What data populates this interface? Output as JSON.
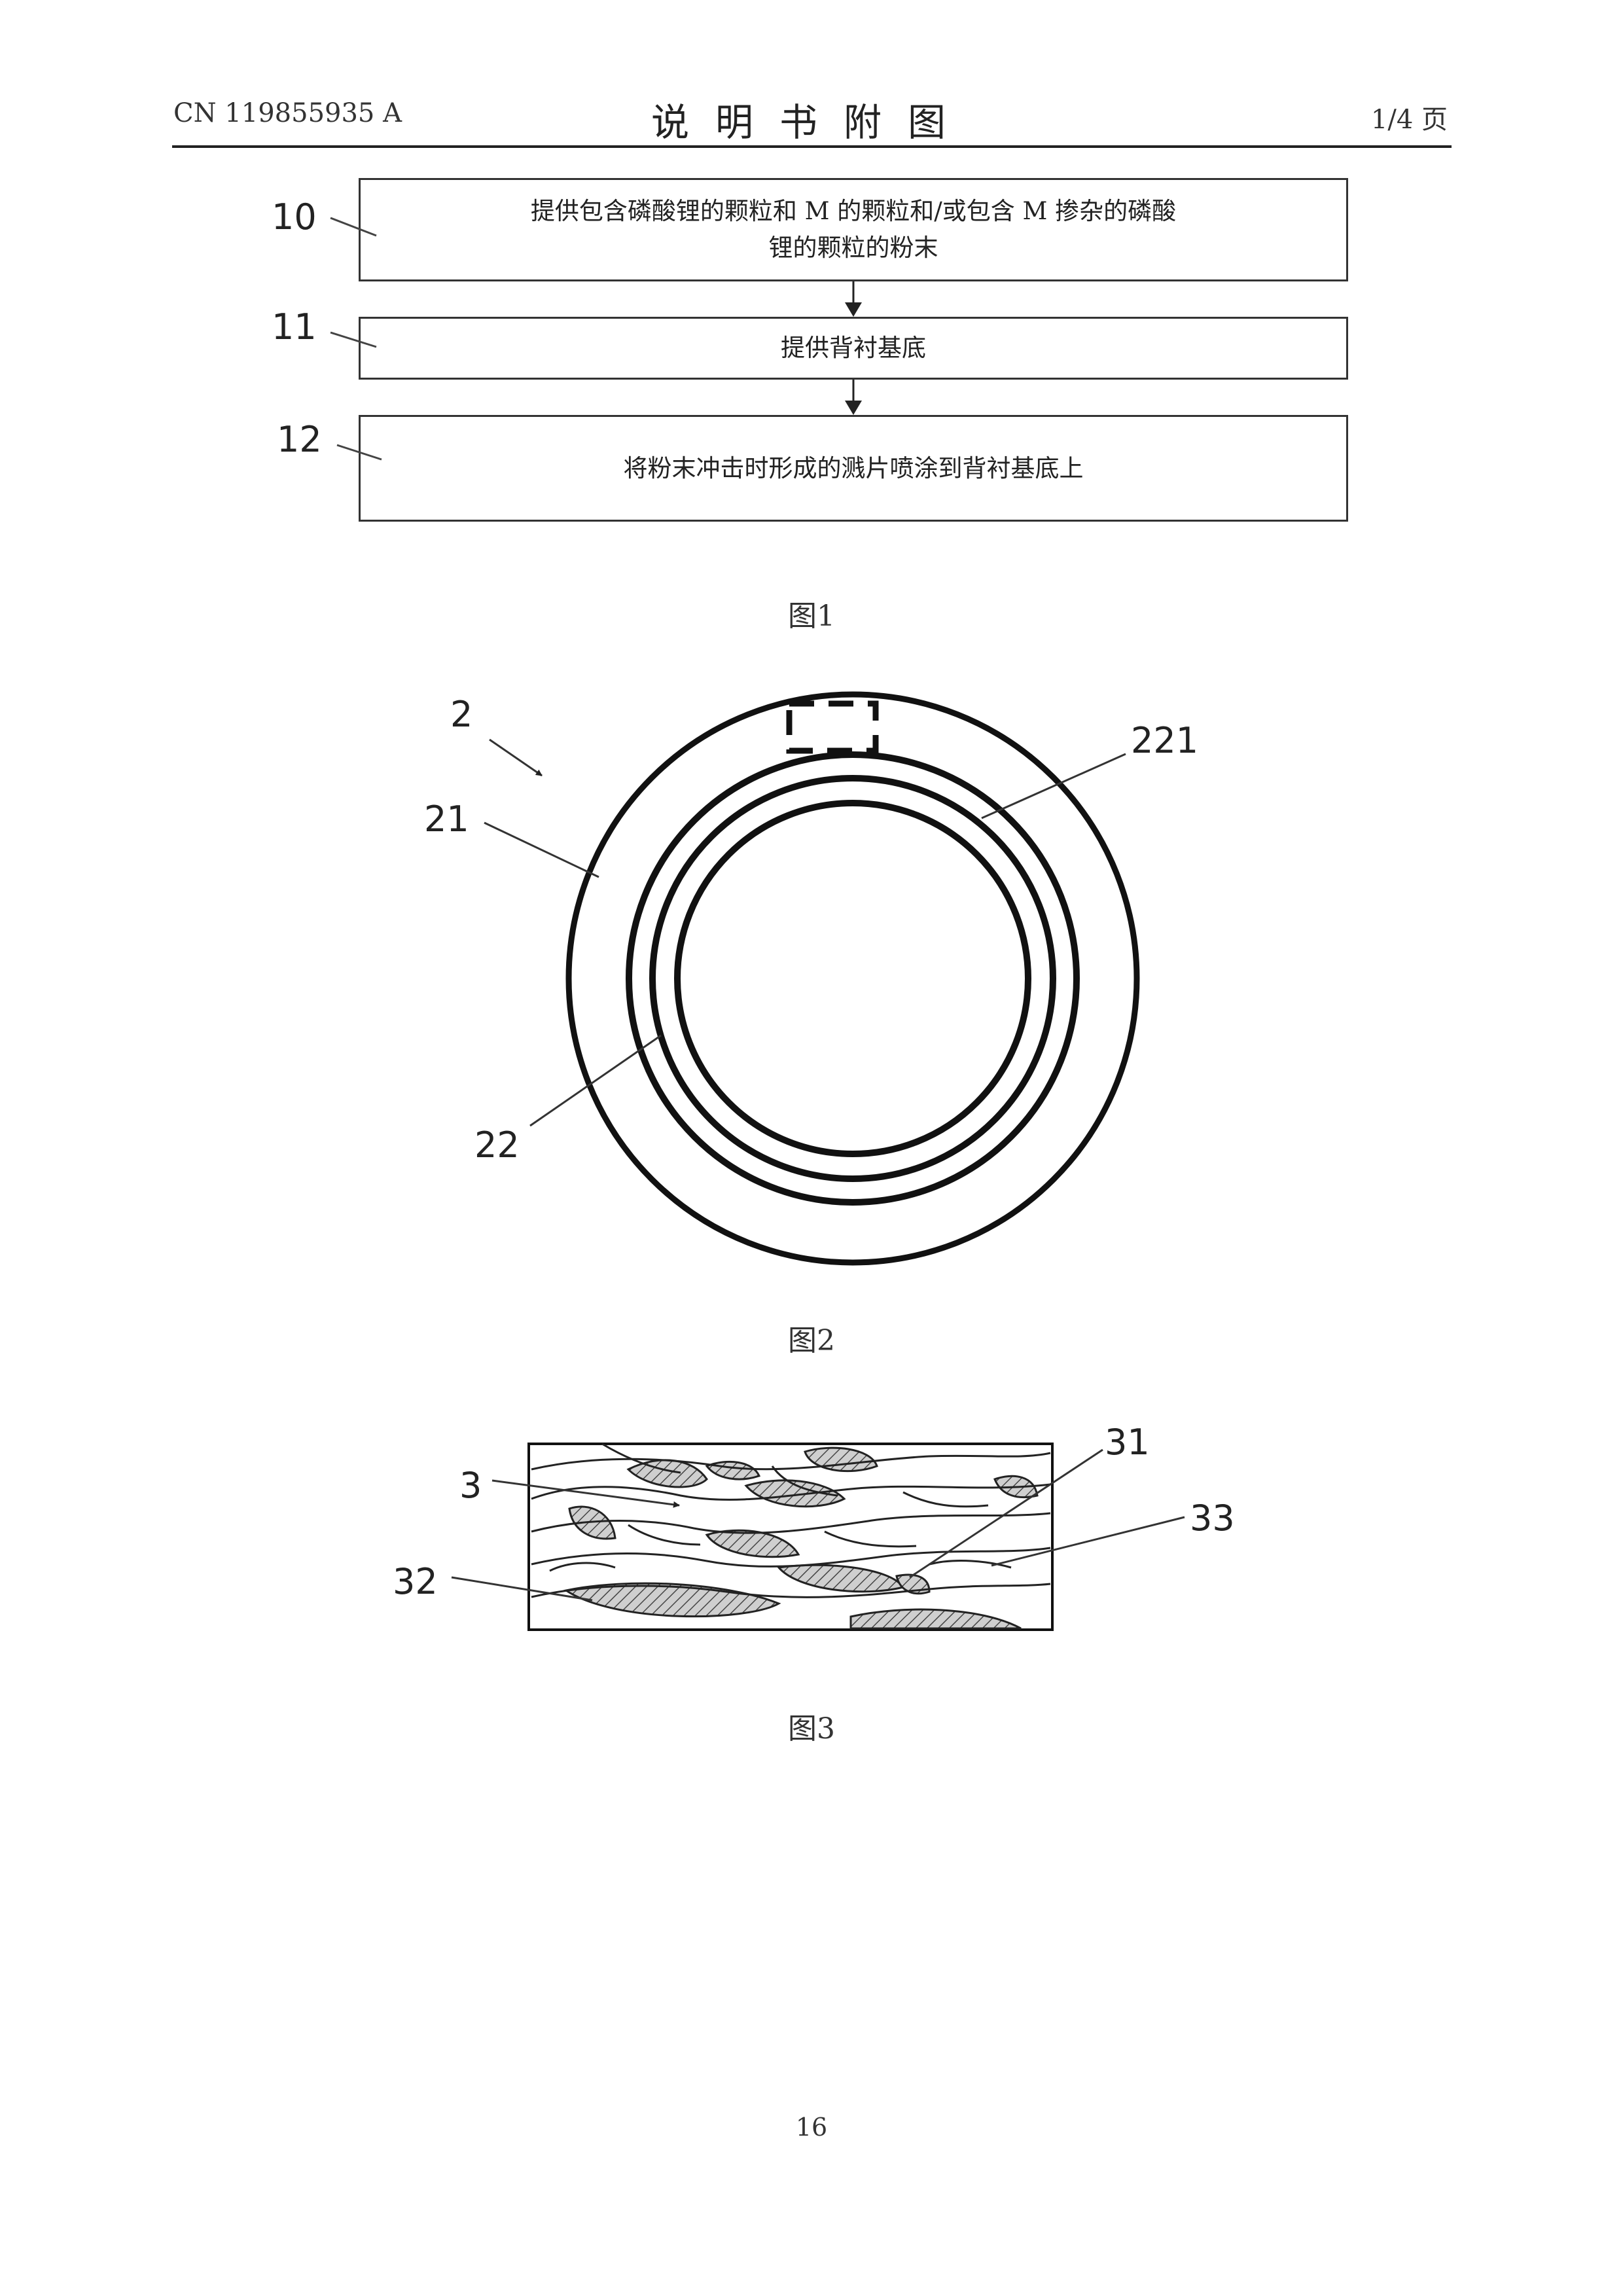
{
  "header": {
    "doc_number": "CN 119855935 A",
    "title": "说明书附图",
    "page_of": "1/4 页"
  },
  "figure1": {
    "steps": [
      {
        "label": "10",
        "text": "提供包含磷酸锂的颗粒和 M 的颗粒和/或包含 M 掺杂的磷酸锂的颗粒的粉末"
      },
      {
        "label": "11",
        "text": "提供背衬基底"
      },
      {
        "label": "12",
        "text": "将粉末冲击时形成的溅片喷涂到背衬基底上"
      }
    ],
    "caption": "图1"
  },
  "figure2": {
    "labels": {
      "ref_2": "2",
      "ref_21": "21",
      "ref_22": "22",
      "ref_221": "221"
    },
    "caption": "图2"
  },
  "figure3": {
    "labels": {
      "ref_3": "3",
      "ref_31": "31",
      "ref_32": "32",
      "ref_33": "33"
    },
    "caption": "图3"
  },
  "page_number": "16"
}
